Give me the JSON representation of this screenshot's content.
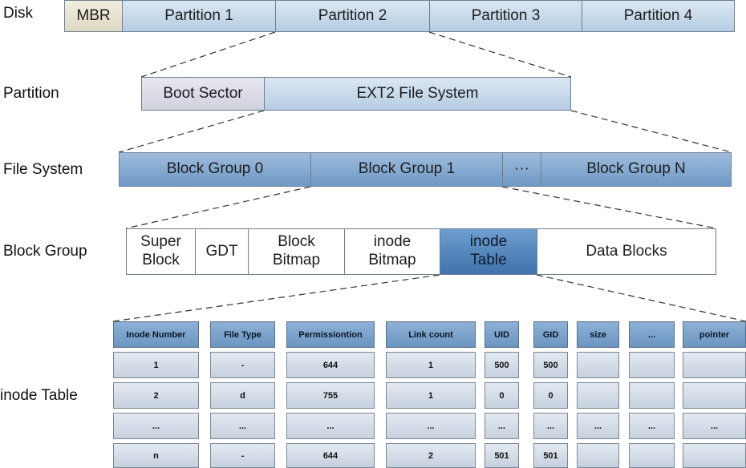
{
  "labels": {
    "disk": "Disk",
    "partition": "Partition",
    "file_system": "File System",
    "block_group": "Block Group",
    "inode_table": "inode Table"
  },
  "disk_row": {
    "mbr": "MBR",
    "partitions": [
      "Partition 1",
      "Partition 2",
      "Partition 3",
      "Partition 4"
    ]
  },
  "partition_row": {
    "boot_sector": "Boot Sector",
    "ext2": "EXT2 File System"
  },
  "fs_row": {
    "group0": "Block Group 0",
    "group1": "Block Group 1",
    "ellipsis": "···",
    "groupN": "Block Group N"
  },
  "bg_row": {
    "super_block": [
      "Super",
      "Block"
    ],
    "gdt": "GDT",
    "block_bitmap": [
      "Block",
      "Bitmap"
    ],
    "inode_bitmap": [
      "inode",
      "Bitmap"
    ],
    "inode_table": [
      "inode",
      "Table"
    ],
    "data_blocks": "Data Blocks"
  },
  "table": {
    "headers": [
      "Inode Number",
      "File Type",
      "Permissiontion",
      "Link count",
      "UID",
      "GID",
      "size",
      "...",
      "pointer"
    ],
    "rows": [
      [
        "1",
        "-",
        "644",
        "1",
        "500",
        "500",
        "",
        "",
        ""
      ],
      [
        "2",
        "d",
        "755",
        "1",
        "0",
        "0",
        "",
        "",
        ""
      ],
      [
        "...",
        "...",
        "...",
        "...",
        "...",
        "...",
        "...",
        "...",
        "..."
      ],
      [
        "n",
        "-",
        "644",
        "2",
        "501",
        "501",
        "",
        "",
        ""
      ]
    ]
  },
  "colors": {
    "light_blue": "#c6d8ea",
    "mid_blue": "#7fa5cf",
    "dark_blue": "#4d7fb6",
    "mbr_beige": "#e8e4d0"
  }
}
